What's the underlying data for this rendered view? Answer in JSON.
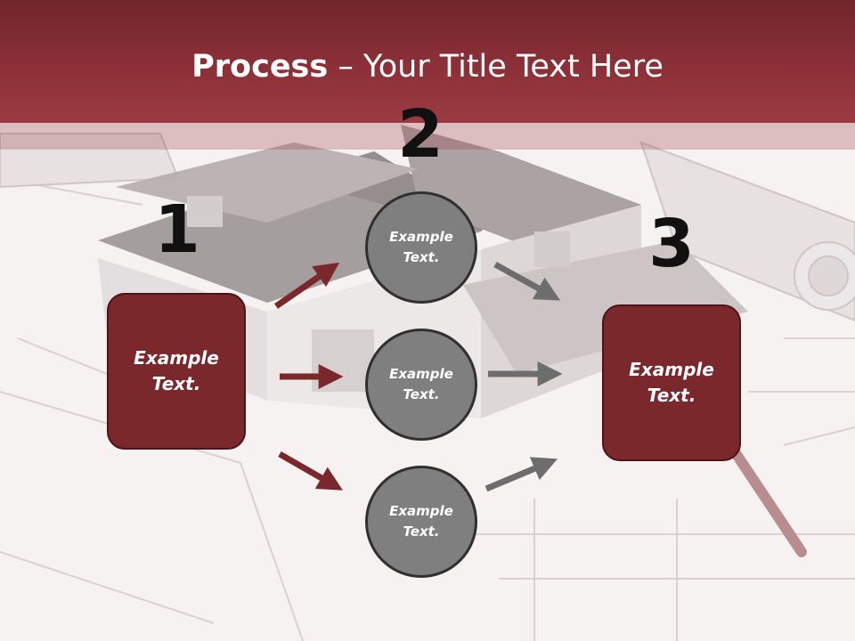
{
  "title": {
    "bold": "Process",
    "rest": " – Your Title Text Here"
  },
  "numbers": {
    "one": "1",
    "two": "2",
    "three": "3"
  },
  "left_box": {
    "line1": "Example",
    "line2": "Text."
  },
  "right_box": {
    "line1": "Example",
    "line2": "Text."
  },
  "circles": [
    {
      "line1": "Example",
      "line2": "Text."
    },
    {
      "line1": "Example",
      "line2": "Text."
    },
    {
      "line1": "Example",
      "line2": "Text."
    }
  ],
  "colors": {
    "header": "#8c3038",
    "box": "#7b282d",
    "circle": "#7f7f7f",
    "arrow_red": "#7b282d",
    "arrow_gray": "#6d6d6d"
  }
}
